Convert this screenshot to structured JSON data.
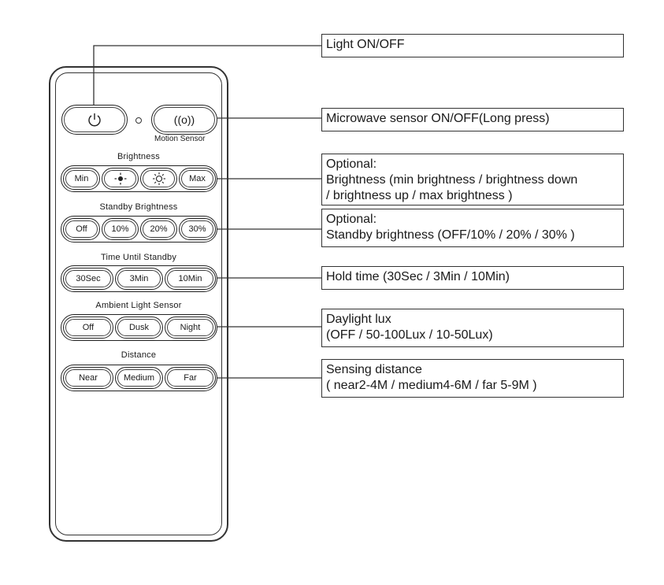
{
  "remote": {
    "motion_sensor_button": "((o))",
    "motion_sensor_caption": "Motion Sensor",
    "brightness": {
      "title": "Brightness",
      "buttons": [
        "Min",
        "",
        "",
        "Max"
      ]
    },
    "standby_brightness": {
      "title": "Standby Brightness",
      "buttons": [
        "Off",
        "10%",
        "20%",
        "30%"
      ]
    },
    "time_until_standby": {
      "title": "Time Until Standby",
      "buttons": [
        "30Sec",
        "3Min",
        "10Min"
      ]
    },
    "ambient_light_sensor": {
      "title": "Ambient Light Sensor",
      "buttons": [
        "Off",
        "Dusk",
        "Night"
      ]
    },
    "distance": {
      "title": "Distance",
      "buttons": [
        "Near",
        "Medium",
        "Far"
      ]
    }
  },
  "callouts": {
    "light": "Light ON/OFF",
    "microwave": "Microwave sensor ON/OFF(Long press)",
    "brightness_line1": "Optional:",
    "brightness_line2": "Brightness (min brightness / brightness down",
    "brightness_line3": "/ brightness up / max brightness )",
    "standby_line1": "Optional:",
    "standby_line2": "Standby brightness (OFF/10% / 20% / 30% )",
    "hold": "Hold time (30Sec / 3Min / 10Min)",
    "daylight_line1": "Daylight lux",
    "daylight_line2": "(OFF / 50-100Lux / 10-50Lux)",
    "distance_line1": "Sensing distance",
    "distance_line2": "( near2-4M / medium4-6M / far 5-9M )"
  },
  "icons": {
    "power": "power-icon",
    "brightness_down": "sun-filled-icon",
    "brightness_up": "sun-outline-icon"
  }
}
